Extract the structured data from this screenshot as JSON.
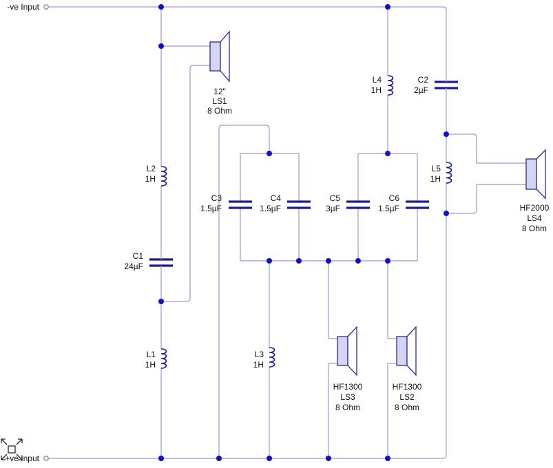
{
  "diagram": {
    "terminals": {
      "top": "-ve Input",
      "bottom": "+ve Input"
    },
    "components": {
      "ls1": {
        "size": "12\"",
        "ref": "LS1",
        "impedance": "8 Ohm"
      },
      "ls2": {
        "model": "HF1300",
        "ref": "LS2",
        "impedance": "8 Ohm"
      },
      "ls3": {
        "model": "HF1300",
        "ref": "LS3",
        "impedance": "8 Ohm"
      },
      "ls4": {
        "model": "HF2000",
        "ref": "LS4",
        "impedance": "8 Ohm"
      },
      "l1": {
        "ref": "L1",
        "value": "1H"
      },
      "l2": {
        "ref": "L2",
        "value": "1H"
      },
      "l3": {
        "ref": "L3",
        "value": "1H"
      },
      "l4": {
        "ref": "L4",
        "value": "1H"
      },
      "l5": {
        "ref": "L5",
        "value": "1H"
      },
      "c1": {
        "ref": "C1",
        "value": "24µF"
      },
      "c2": {
        "ref": "C2",
        "value": "2µF"
      },
      "c3": {
        "ref": "C3",
        "value": "1.5µF"
      },
      "c4": {
        "ref": "C4",
        "value": "1.5µF"
      },
      "c5": {
        "ref": "C5",
        "value": "3µF"
      },
      "c6": {
        "ref": "C6",
        "value": "1.5µF"
      }
    },
    "icons": {
      "cursor": "move-cursor-icon"
    },
    "colors": {
      "wire": "#9a9ad6",
      "component": "#1a1a99",
      "junction": "#1010c8",
      "speaker_magnet": "#d4d4f4"
    }
  }
}
